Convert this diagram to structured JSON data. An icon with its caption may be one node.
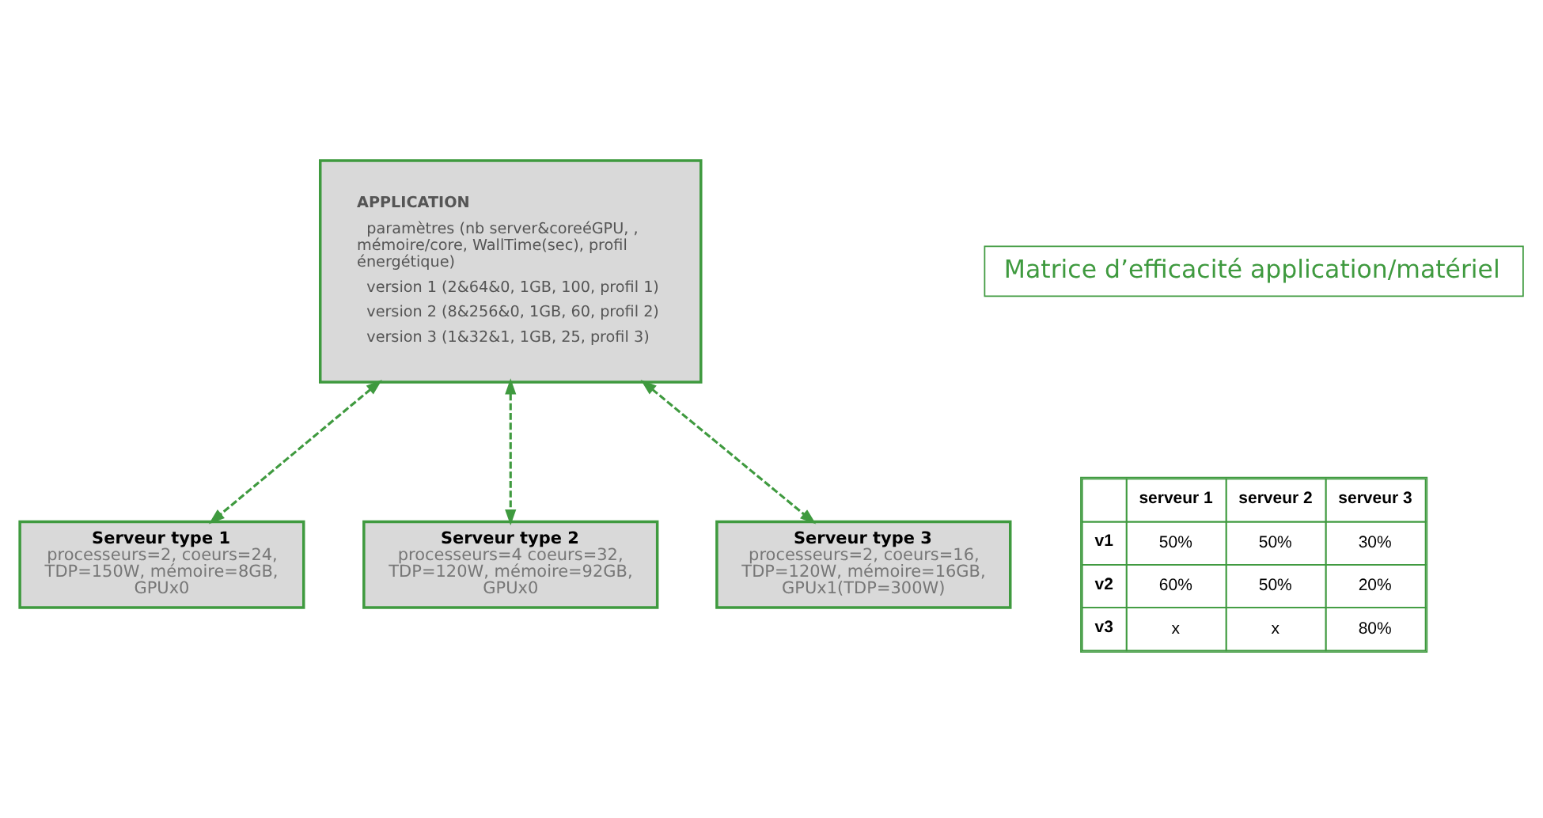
{
  "diagram": {
    "nodes": [
      {
        "text": [
          "APPLICATION",
          "paramètres (nb server&coreéGPU, , mémoire/core, WallTime(sec), profil énergétique)",
          "version 1 (2&64&0, 1GB, 100, profil 1)",
          "version 2 (8&256&0, 1GB, 60, profil 2)",
          "version 3 (1&32&1, 1GB, 25, profil 3)"
        ]
      },
      {
        "text": [
          "Matrice d’efficacité application/matériel"
        ]
      },
      {
        "text": [
          "Serveur type 1",
          "processeurs=2, coeurs=24, TDP=150W, mémoire=8GB, GPUx0"
        ]
      },
      {
        "text": [
          "Serveur type 2",
          "processeurs=4 coeurs=32, TDP=120W, mémoire=92GB, GPUx0"
        ]
      },
      {
        "text": [
          "Serveur type 3",
          "processeurs=2, coeurs=16, TDP=120W, mémoire=16GB, GPUx1(TDP=300W)"
        ]
      }
    ],
    "edges": [
      {
        "from": 0,
        "to": 2,
        "arrow": "both",
        "style": "dashed"
      },
      {
        "from": 0,
        "to": 3,
        "arrow": "both",
        "style": "dashed"
      },
      {
        "from": 0,
        "to": 4,
        "arrow": "both",
        "style": "dashed"
      }
    ],
    "labels": [
      "serveur 1",
      "serveur 2",
      "serveur 3",
      "v1",
      "50%",
      "50%",
      "30%",
      "v2",
      "60%",
      "50%",
      "20%",
      "v3",
      "x",
      "x",
      "80%"
    ]
  }
}
